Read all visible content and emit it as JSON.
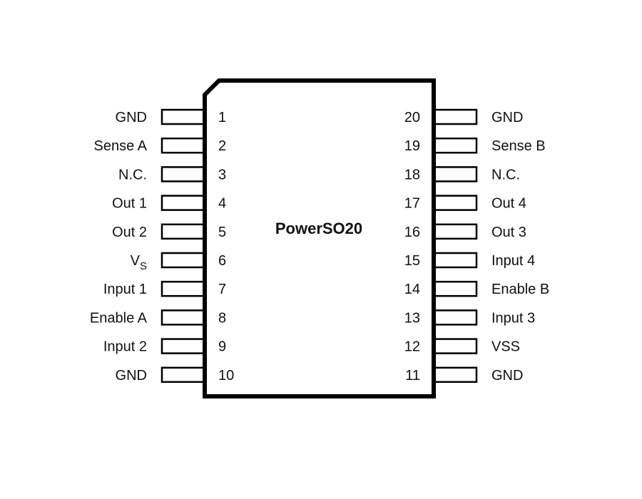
{
  "chip": {
    "package_name": "PowerSO20"
  },
  "left_pins": [
    {
      "number": "1",
      "label": "GND"
    },
    {
      "number": "2",
      "label": "Sense A"
    },
    {
      "number": "3",
      "label": "N.C."
    },
    {
      "number": "4",
      "label": "Out 1"
    },
    {
      "number": "5",
      "label": "Out 2"
    },
    {
      "number": "6",
      "label": "V",
      "subscript": "S"
    },
    {
      "number": "7",
      "label": "Input 1"
    },
    {
      "number": "8",
      "label": "Enable A"
    },
    {
      "number": "9",
      "label": "Input 2"
    },
    {
      "number": "10",
      "label": "GND"
    }
  ],
  "right_pins": [
    {
      "number": "20",
      "label": "GND"
    },
    {
      "number": "19",
      "label": "Sense B"
    },
    {
      "number": "18",
      "label": "N.C."
    },
    {
      "number": "17",
      "label": "Out 4"
    },
    {
      "number": "16",
      "label": "Out 3"
    },
    {
      "number": "15",
      "label": "Input 4"
    },
    {
      "number": "14",
      "label": "Enable B"
    },
    {
      "number": "13",
      "label": "Input 3"
    },
    {
      "number": "12",
      "label": "VSS"
    },
    {
      "number": "11",
      "label": "GND"
    }
  ],
  "colors": {
    "stroke": "#000000",
    "background": "#ffffff",
    "text": "#111111"
  }
}
